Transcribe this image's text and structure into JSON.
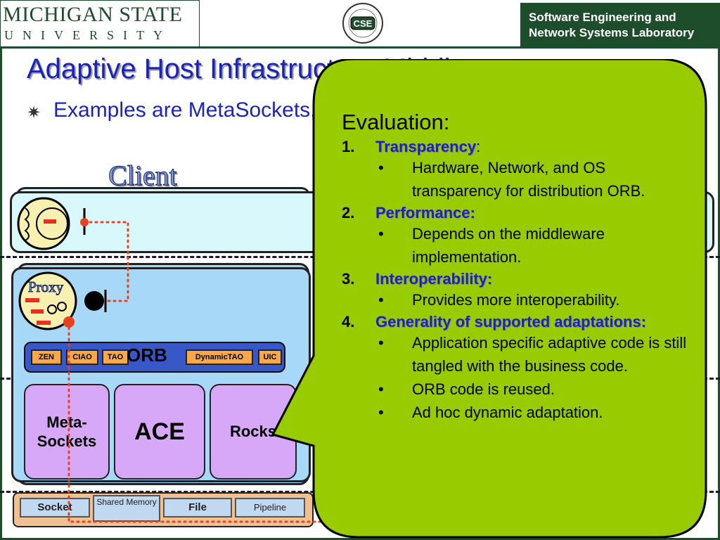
{
  "header": {
    "university_line1": "MICHIGAN STATE",
    "university_line2": "UNIVERSITY",
    "seal_text": "CSE",
    "lab_line1": "Software Engineering and",
    "lab_line2": "Network Systems Laboratory"
  },
  "slide": {
    "title": "Adaptive Host Infrastructure Middleware",
    "bullet": "Examples are MetaSockets, ACE, Rocks"
  },
  "diagram": {
    "client_label": "Client",
    "proxy_label": "Proxy",
    "orb_label": "ORB",
    "orb_chips": [
      "ZEN",
      "CIAO",
      "TAO",
      "DynamicTAO",
      "UIC"
    ],
    "components": [
      "Meta-Sockets",
      "ACE",
      "Rocks"
    ],
    "os_services": [
      "Socket",
      "Shared Memory",
      "File",
      "Pipeline"
    ]
  },
  "evaluation": {
    "title": "Evaluation:",
    "items": [
      {
        "num": "1.",
        "head": "Transparency",
        "suffix": ":",
        "bullets": [
          "Hardware, Network, and OS transparency for distribution ORB."
        ]
      },
      {
        "num": "2.",
        "head": "Performance:",
        "suffix": "",
        "bullets": [
          "Depends on the middleware implementation."
        ]
      },
      {
        "num": "3.",
        "head": "Interoperability:",
        "suffix": "",
        "bullets": [
          "Provides more interoperability."
        ]
      },
      {
        "num": "4.",
        "head": "Generality of supported adaptations:",
        "suffix": "",
        "bullets": [
          "Application specific adaptive code is still tangled with the business code.",
          "ORB code is reused.",
          "Ad hoc dynamic adaptation."
        ]
      }
    ]
  },
  "colors": {
    "msu_green": "#1e4d2b",
    "title_blue": "#1a24b8",
    "callout_green": "#99cc00",
    "connector_red": "#e84020"
  }
}
